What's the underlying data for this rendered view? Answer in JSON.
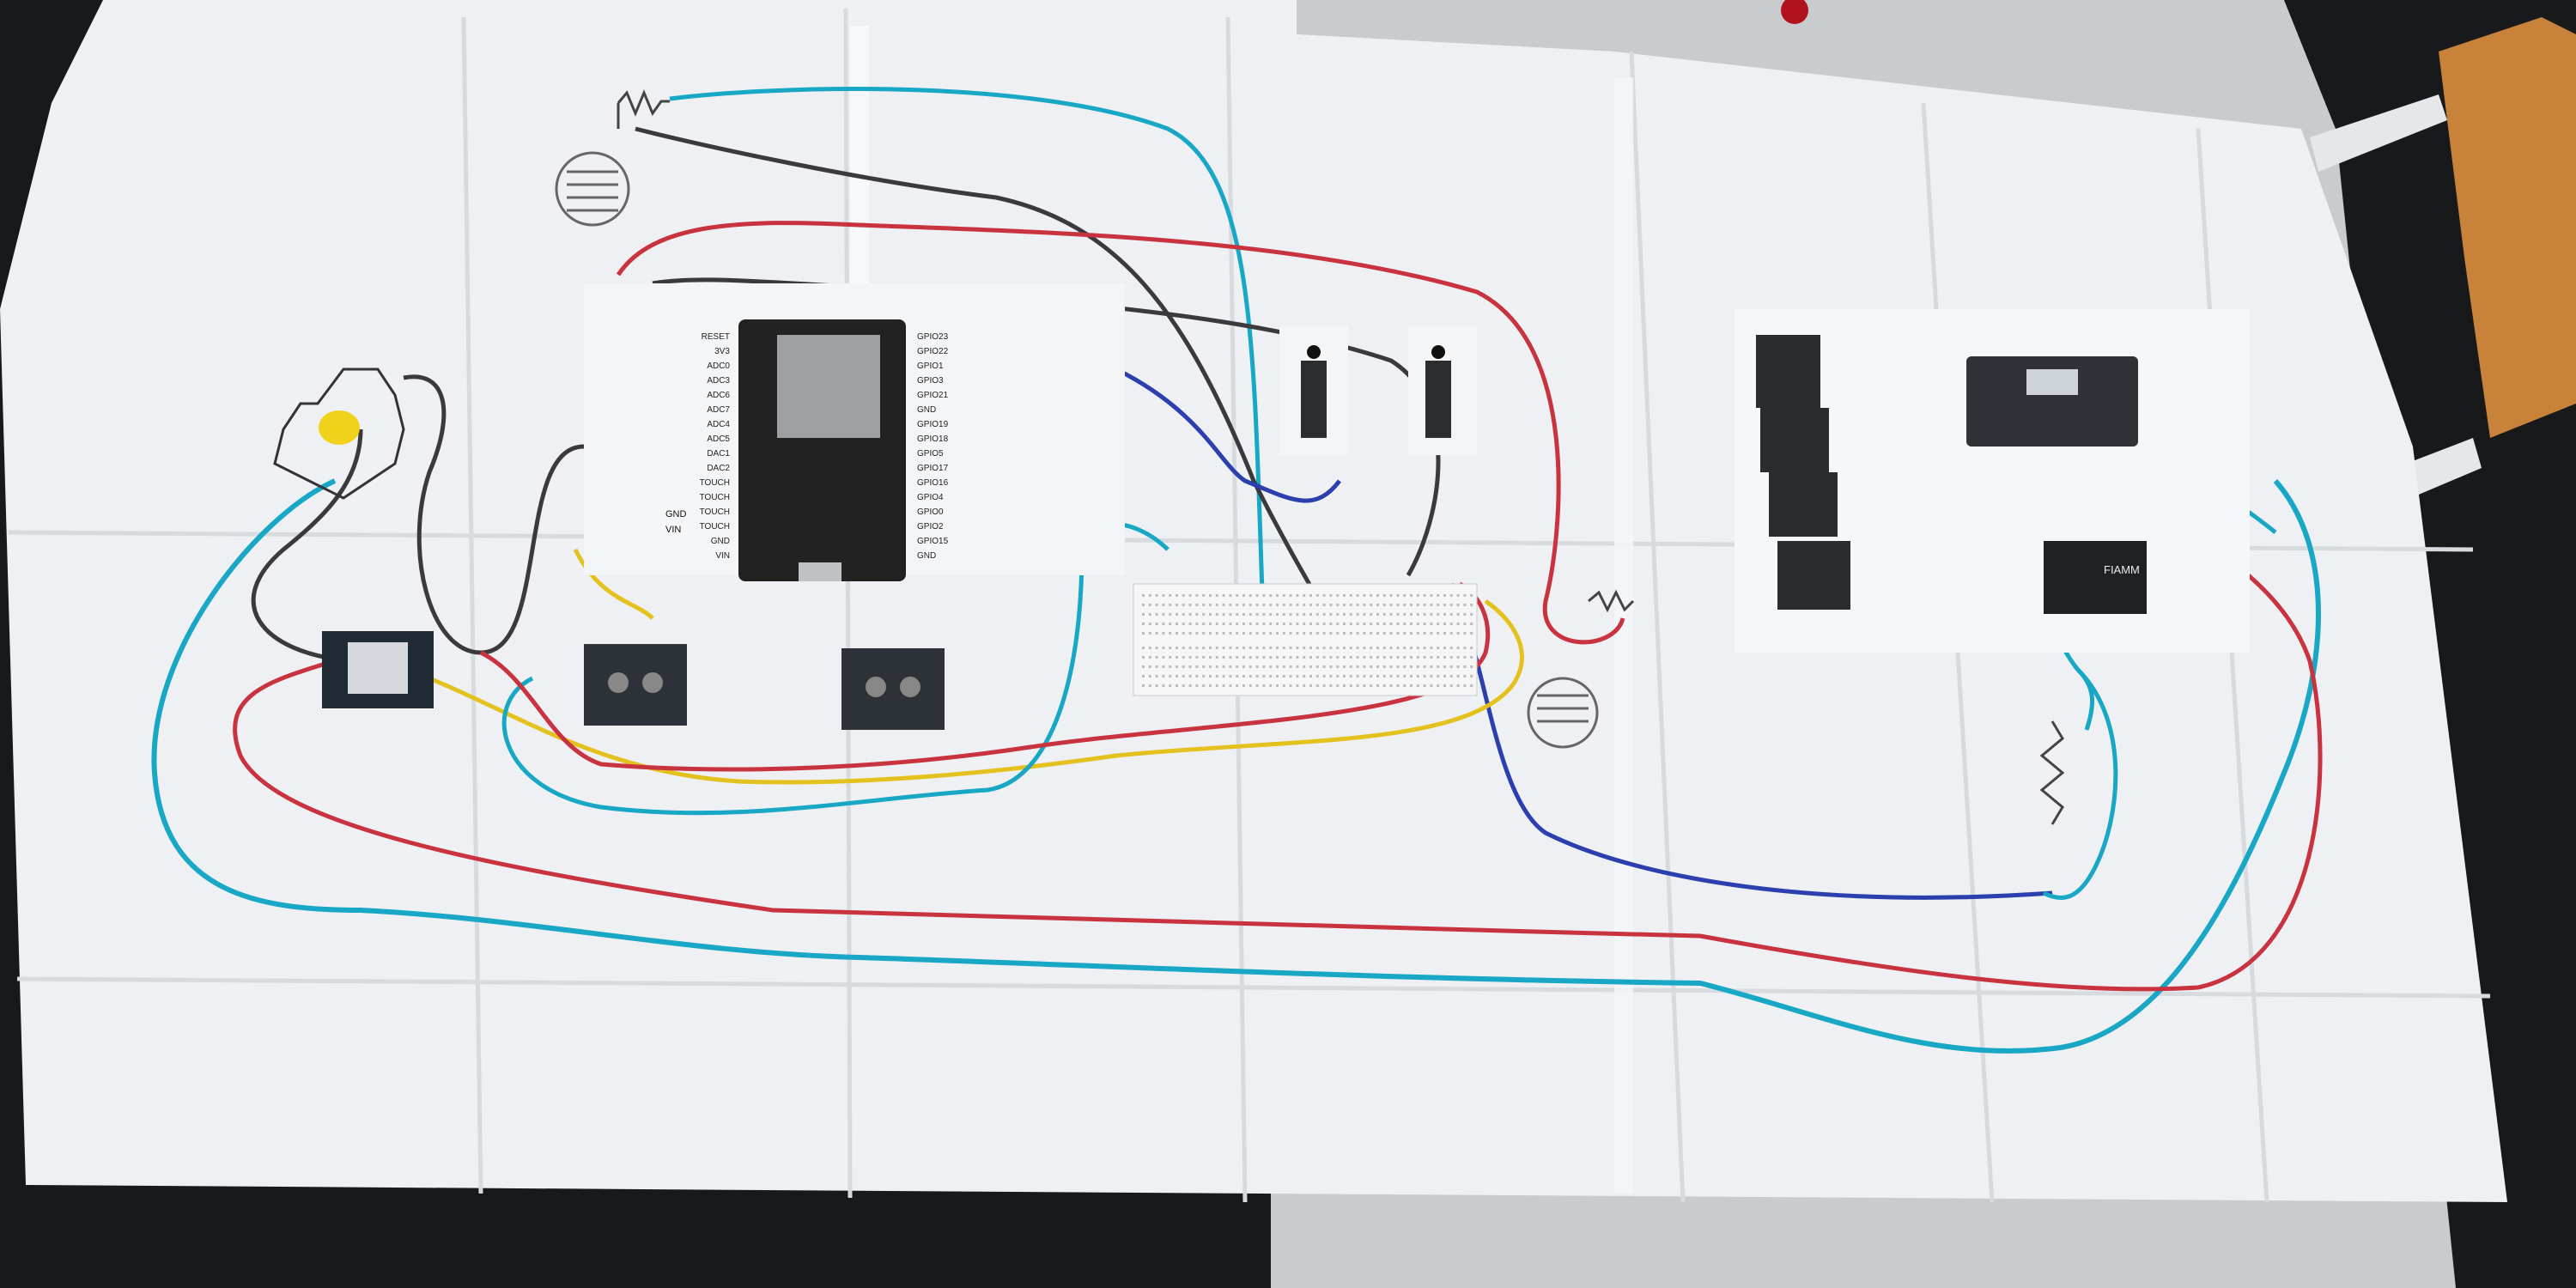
{
  "photo": {
    "subject": "hand-drawn-wiring-diagram-on-paper",
    "esp32": {
      "left_pins": [
        "RESET",
        "3V3",
        "ADC0",
        "ADC3",
        "ADC6",
        "ADC7",
        "ADC4",
        "ADC5",
        "DAC1",
        "DAC2",
        "TOUCH",
        "TOUCH",
        "TOUCH",
        "TOUCH",
        "GND",
        "VIN"
      ],
      "right_pins": [
        "GPIO23",
        "GPIO22",
        "GPIO1",
        "GPIO3",
        "GPIO21",
        "GND",
        "GPIO19",
        "GPIO18",
        "GPIO5",
        "GPIO17",
        "GPIO16",
        "GPIO4",
        "GPIO0",
        "GPIO2",
        "GPIO15",
        "GND"
      ],
      "gnd_label": "GND",
      "vin_label": "VIN"
    },
    "battery_label": "FIAMM",
    "wire_colors": {
      "cyan": "#18a7c4",
      "red": "#c8333f",
      "yellow": "#e3c21f",
      "blue": "#2b3fae",
      "black": "#3a3a3c"
    },
    "paper_color": "#eef0f3"
  }
}
